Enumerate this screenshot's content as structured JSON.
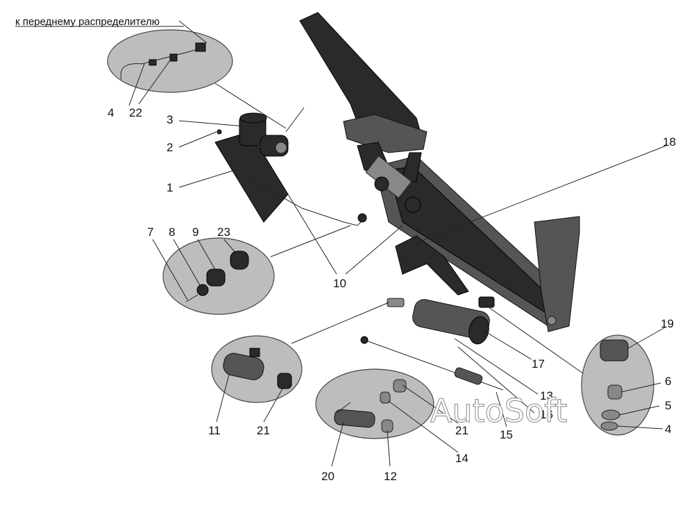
{
  "caption": "к переднему распределителю",
  "watermark": "AutoSoft",
  "labels": {
    "l1": "1",
    "l2": "2",
    "l3": "3",
    "l4a": "4",
    "l22": "22",
    "l7": "7",
    "l8": "8",
    "l9": "9",
    "l23": "23",
    "l10": "10",
    "l18": "18",
    "l17": "17",
    "l13": "13",
    "l16": "16",
    "l15": "15",
    "l11": "11",
    "l21a": "21",
    "l21b": "21",
    "l14": "14",
    "l20": "20",
    "l12": "12",
    "l19": "19",
    "l6": "6",
    "l5": "5",
    "l4b": "4"
  }
}
